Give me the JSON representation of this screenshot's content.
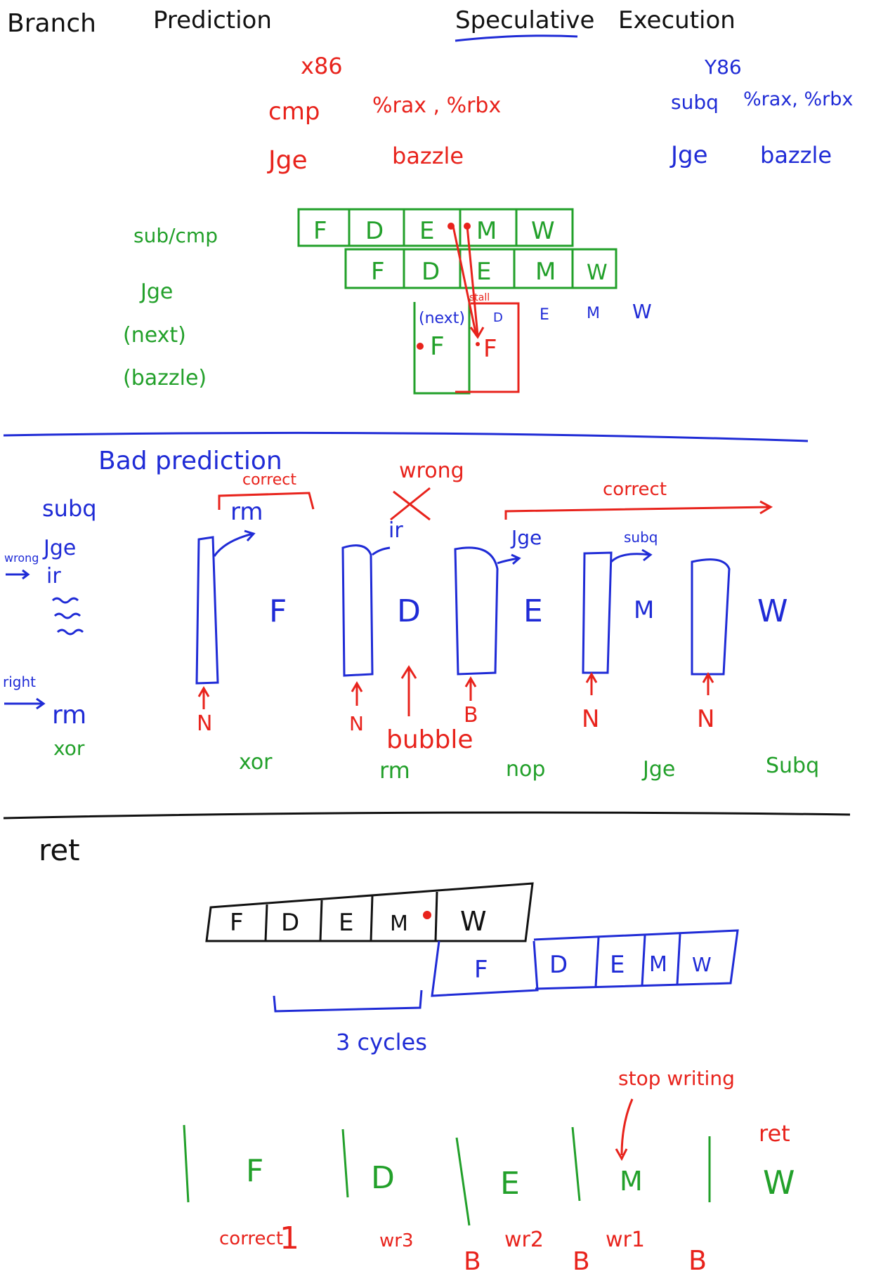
{
  "colors": {
    "black": "#111111",
    "red": "#e8231c",
    "blue": "#1f2bd6",
    "green": "#22a02a"
  },
  "header": {
    "title_branch": "Branch",
    "title_prediction": "Prediction",
    "title_speculative": "Speculative",
    "title_execution": "Execution"
  },
  "x86": {
    "label": "x86",
    "line1_op": "cmp",
    "line1_args": "%rax , %rbx",
    "line2_op": "Jge",
    "line2_args": "bazzle"
  },
  "y86": {
    "label": "Y86",
    "line1_op": "subq",
    "line1_args": "%rax, %rbx",
    "line2_op": "Jge",
    "line2_args": "bazzle"
  },
  "pipeline1": {
    "labels": [
      "sub/cmp",
      "Jge",
      "(next)",
      "(bazzle)"
    ],
    "row1": [
      "F",
      "D",
      "E",
      "M",
      "W"
    ],
    "row2": [
      "F",
      "D",
      "E",
      "M",
      "W"
    ],
    "next_label": "(next)",
    "next_stage": "F",
    "stall_label": "stall",
    "bazzle_stage": "F",
    "trailing": [
      "D",
      "E",
      "M",
      "W"
    ]
  },
  "bad_prediction": {
    "title": "Bad prediction",
    "left_list": {
      "wrong": "wrong",
      "right": "right",
      "items_blue": [
        "subq",
        "Jge",
        "ir"
      ],
      "items_after": [
        "rm"
      ],
      "item_green": "xor"
    },
    "correct_1": "correct",
    "correct_2": "correct",
    "wrong": "wrong",
    "stages": [
      "F",
      "D",
      "E",
      "M",
      "W"
    ],
    "reg_arrows": [
      "rm",
      "ir",
      "Jge",
      "subq"
    ],
    "reg_marks": [
      "N",
      "N",
      "B",
      "N",
      "N"
    ],
    "bubble": "bubble",
    "bottom_row": [
      "xor",
      "rm",
      "nop",
      "Jge",
      "Subq"
    ]
  },
  "ret_section": {
    "title": "ret",
    "row1": [
      "F",
      "D",
      "E",
      "M",
      "W"
    ],
    "row2_first": "F",
    "row2_rest": [
      "D",
      "E",
      "M",
      "W"
    ],
    "cycles_label": "3 cycles"
  },
  "stop_section": {
    "stop_label": "stop writing",
    "ret_label": "ret",
    "stages": [
      "F",
      "D",
      "E",
      "M",
      "W"
    ],
    "correct_label": "correct",
    "correct_num": "1",
    "wr_labels": [
      "wr3",
      "wr2",
      "wr1"
    ],
    "b_marks": [
      "B",
      "B",
      "B"
    ]
  }
}
